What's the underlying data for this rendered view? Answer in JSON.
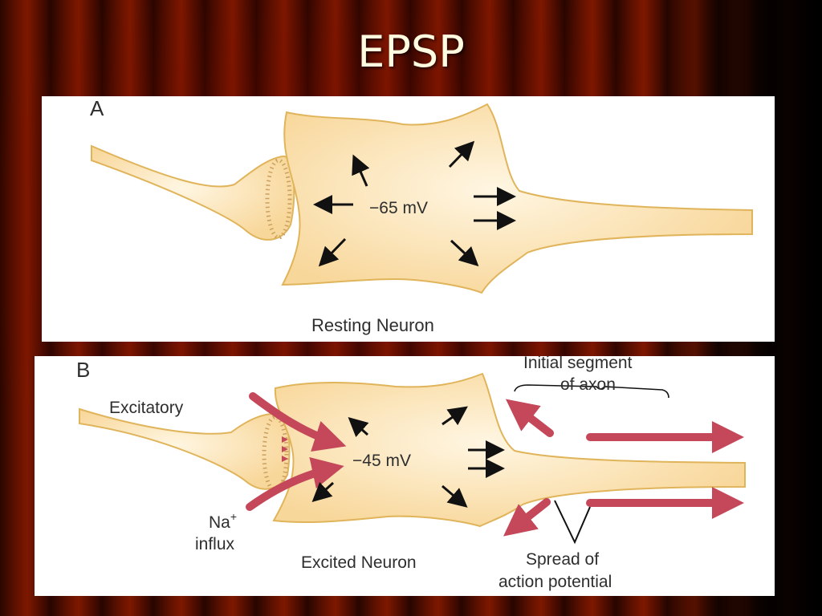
{
  "slide": {
    "title": "EPSP"
  },
  "panel_a": {
    "letter": "A",
    "voltage": "−65 mV",
    "caption": "Resting Neuron"
  },
  "panel_b": {
    "letter": "B",
    "voltage": "−45 mV",
    "caption": "Excited Neuron",
    "excitatory_label": "Excitatory",
    "na_label": "Na",
    "na_superscript": "+",
    "influx_label": "influx",
    "axon_label_line1": "Initial segment",
    "axon_label_line2": "of axon",
    "spread_label_line1": "Spread of",
    "spread_label_line2": "action potential"
  },
  "colors": {
    "neuron_fill": "#fbe3b4",
    "neuron_outline": "#e0b45a",
    "influx_arrow": "#c4485a",
    "panel_bg": "#ffffff"
  }
}
